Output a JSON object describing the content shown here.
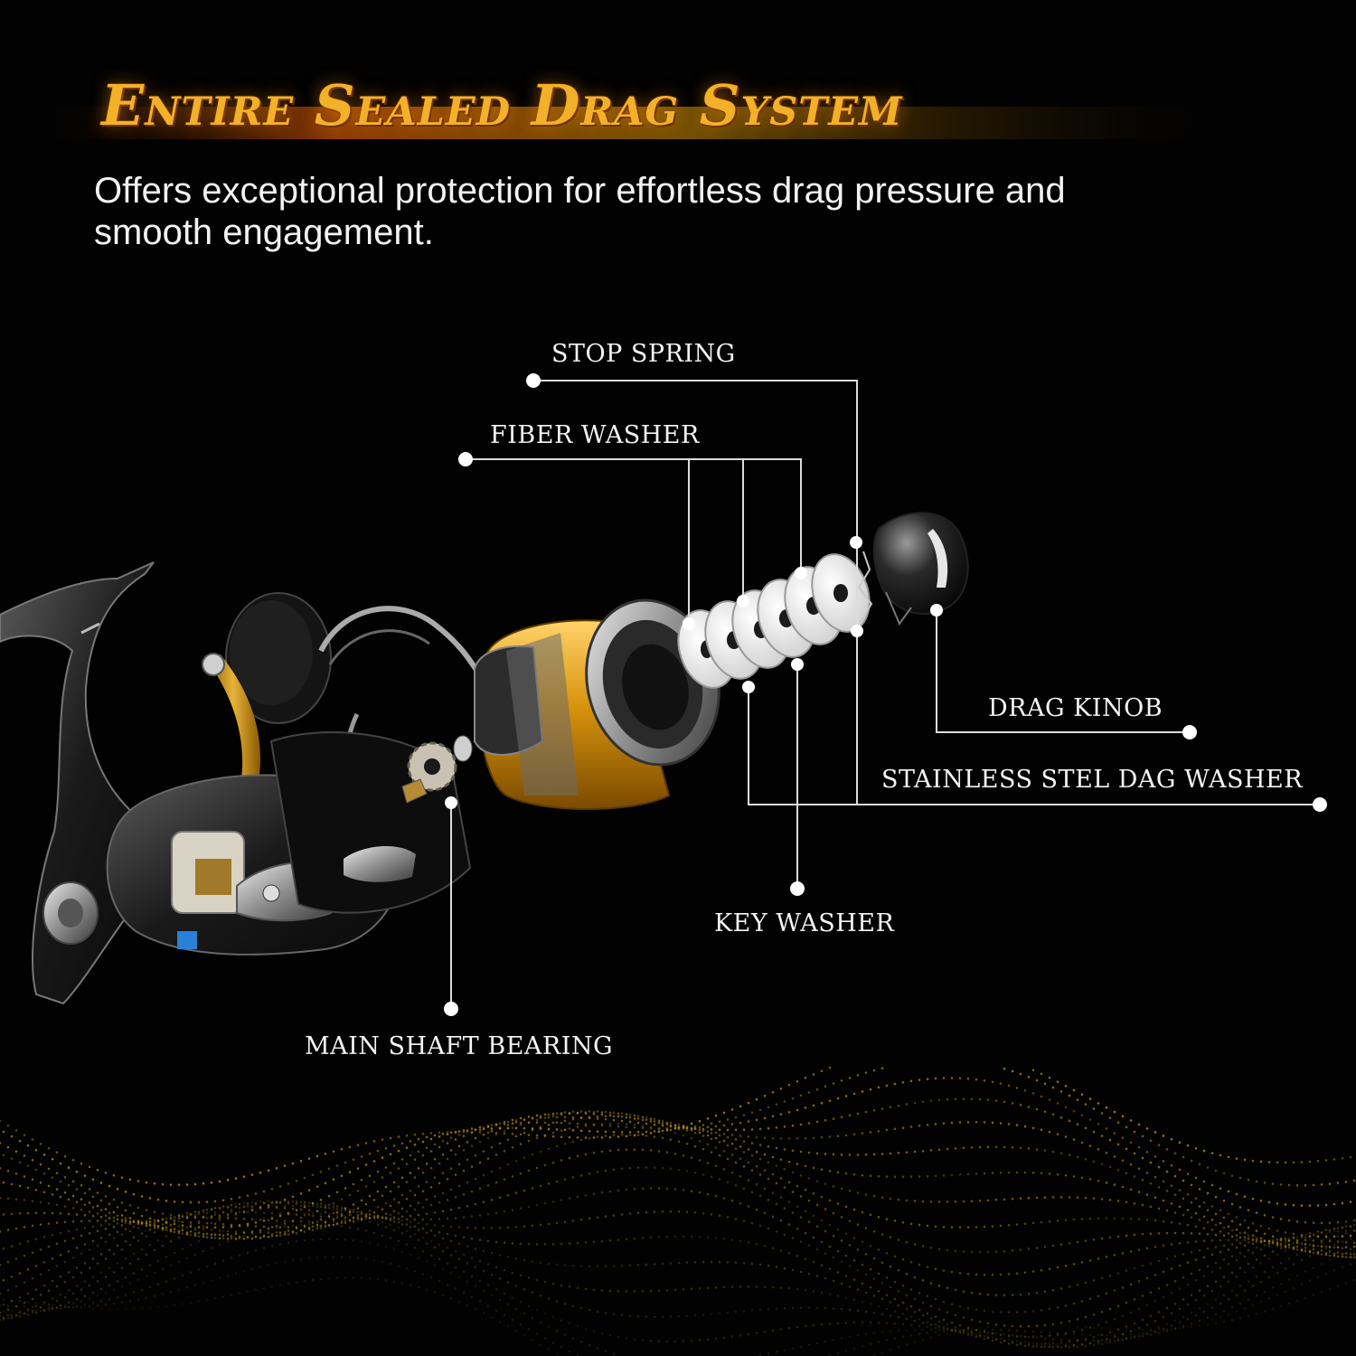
{
  "header": {
    "title": "Entire Sealed Drag System",
    "subtitle": "Offers exceptional protection for effortless drag pressure and smooth engagement."
  },
  "callouts": {
    "stop_spring": "STOP SPRING",
    "fiber_washer": "FIBER WASHER",
    "drag_knob": "DRAG KINOB",
    "stainless_steel_drag_washer": "STAINLESS STEL DAG WASHER",
    "key_washer": "KEY WASHER",
    "main_shaft_bearing": "MAIN SHAFT BEARING"
  },
  "colors": {
    "background": "#020202",
    "headline": "#f3b12a",
    "spool_gold": "#d99a16",
    "callout_line": "#dcdcdc",
    "wave_gold": "#c99a1c"
  }
}
